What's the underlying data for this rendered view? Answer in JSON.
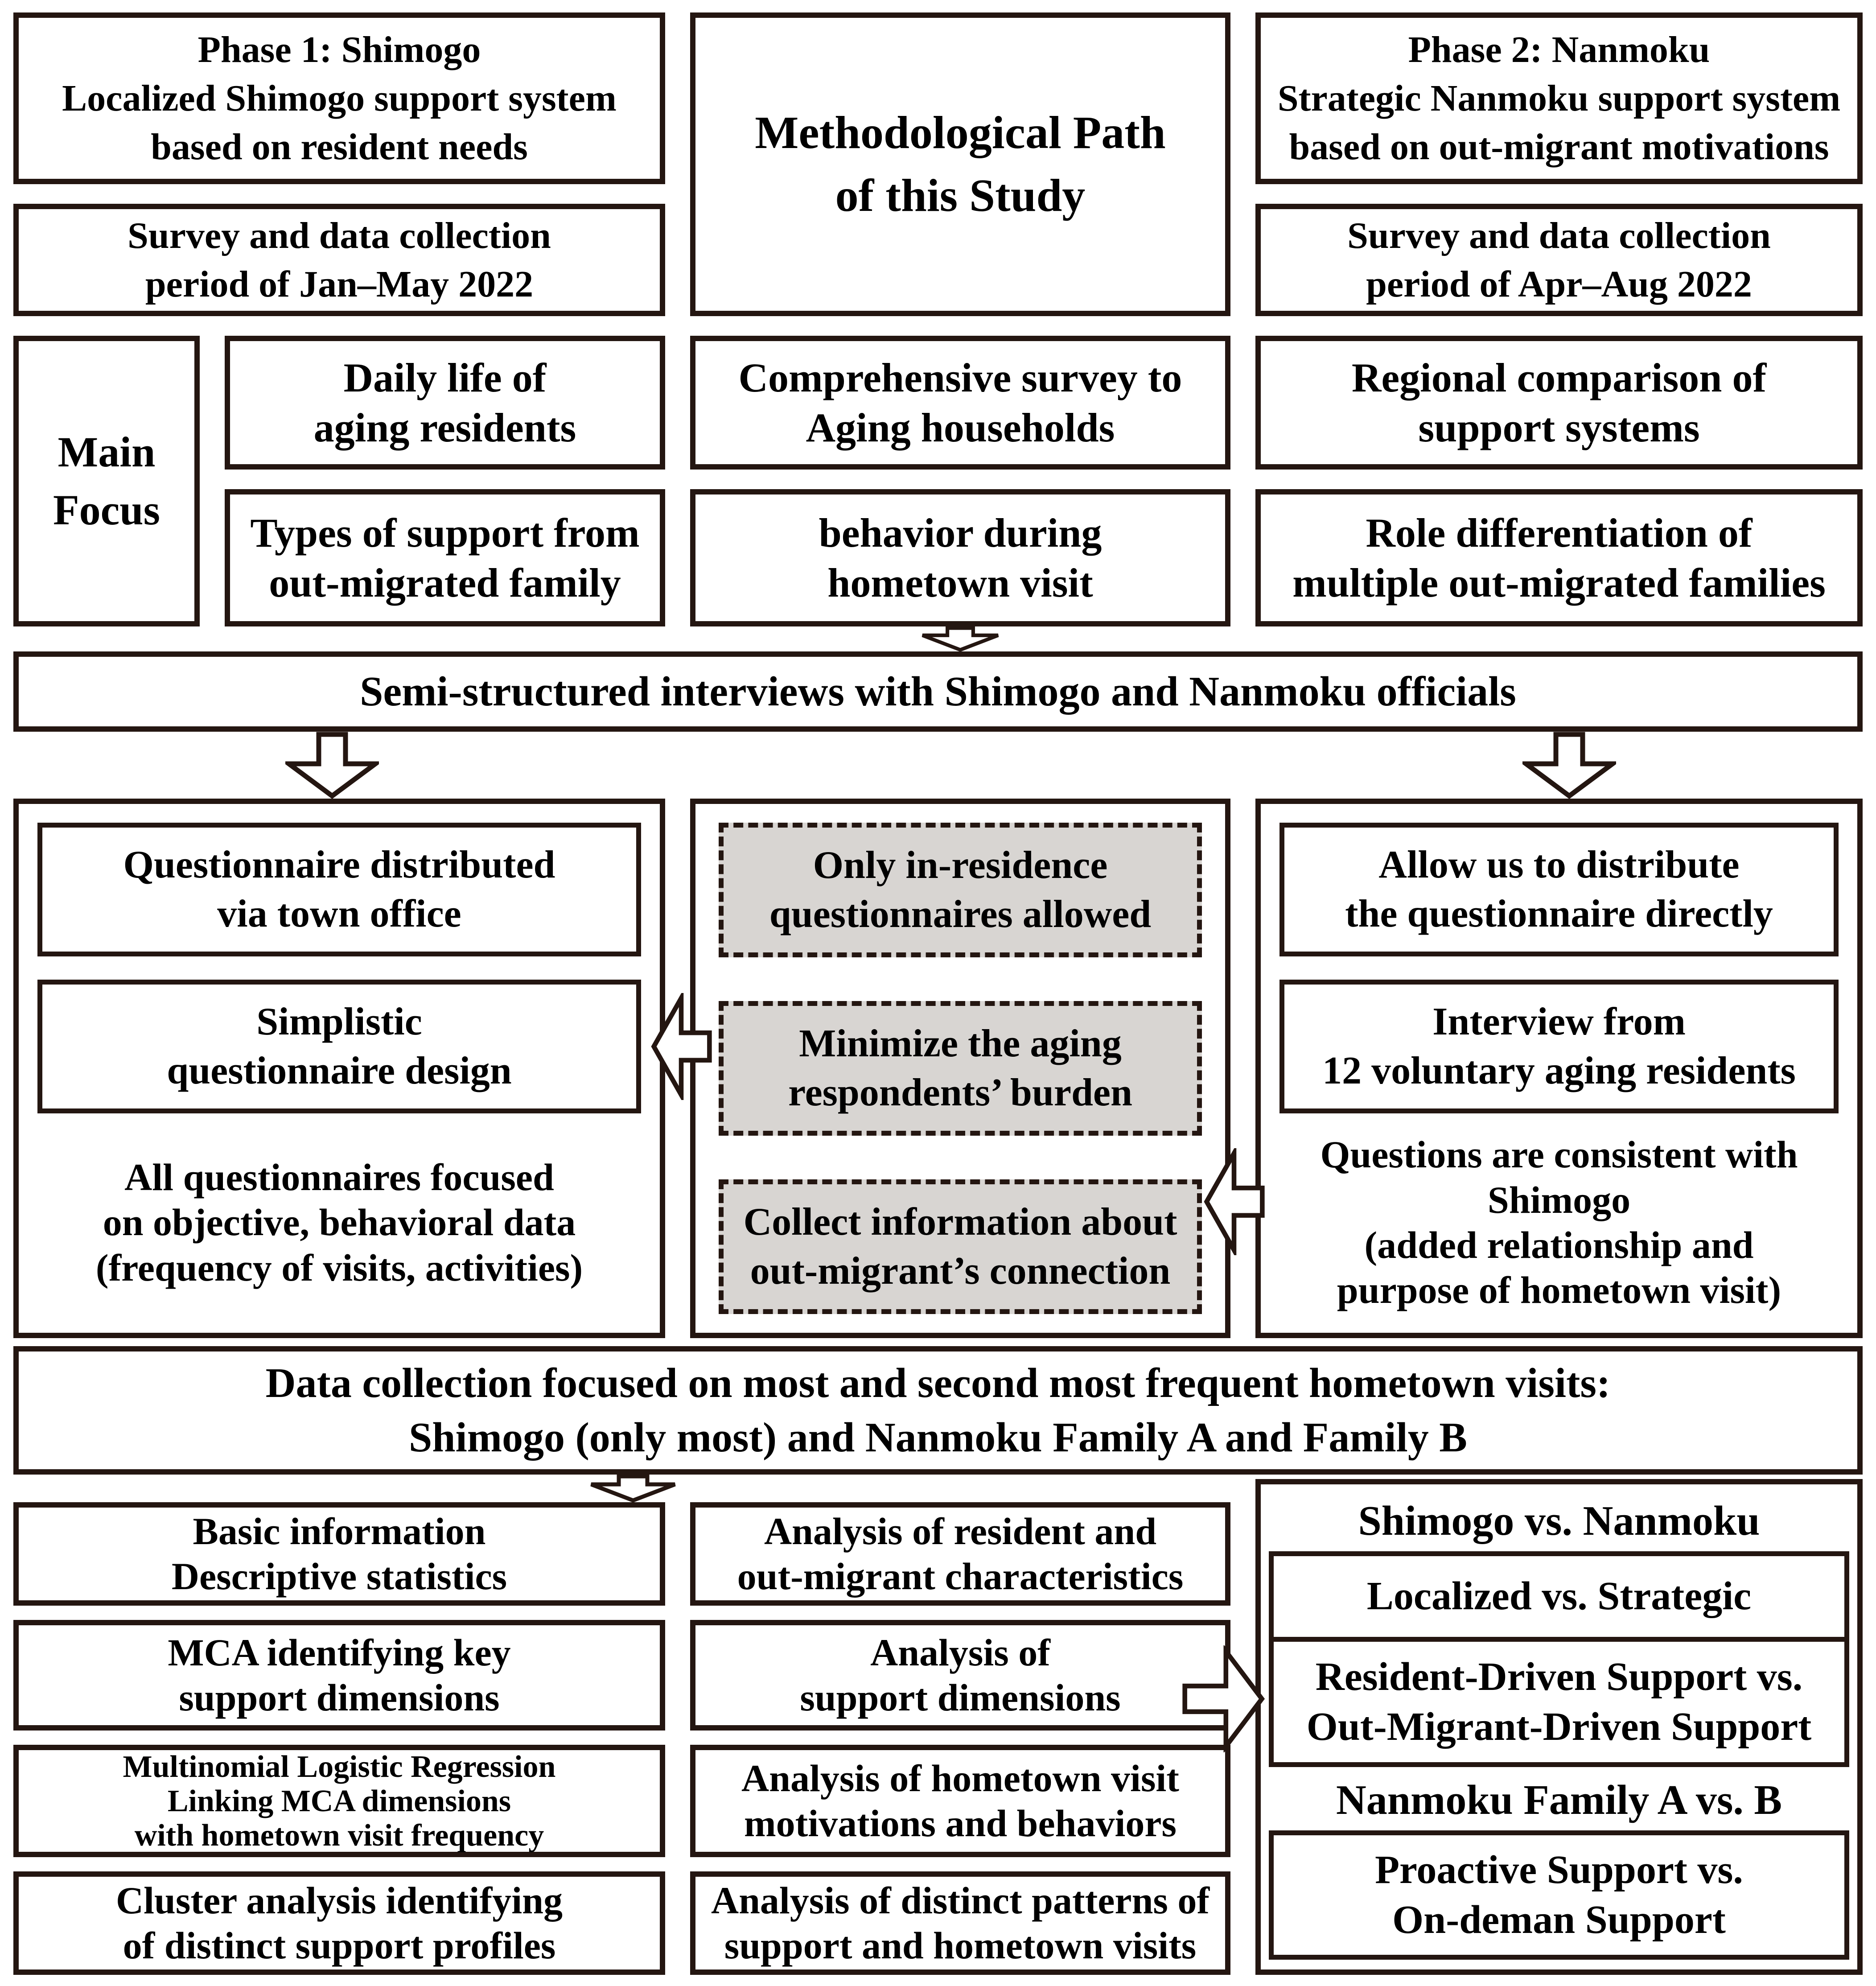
{
  "colors": {
    "border": "#241611",
    "dashed_fill": "#d8d5d2",
    "background": "#ffffff",
    "text": "#000000"
  },
  "icons": {
    "arrow_down": "hollow down arrow ⇩",
    "arrow_left": "hollow left arrow ⇦",
    "arrow_right": "hollow right arrow ⇨"
  },
  "header": {
    "phase1_title": "Phase 1: Shimogo\nLocalized Shimogo support system\nbased on resident needs",
    "phase1_survey": "Survey and data collection\nperiod of Jan–May 2022",
    "center_title": "Methodological Path\nof this Study",
    "phase2_title": "Phase 2: Nanmoku\nStrategic Nanmoku support system\nbased on out-migrant motivations",
    "phase2_survey": "Survey and data collection\nperiod of Apr–Aug 2022"
  },
  "main_focus": {
    "label": "Main\nFocus",
    "shimogo": [
      "Daily life of\naging residents",
      "Types of support from\nout-migrated family"
    ],
    "center": [
      "Comprehensive survey to\nAging households",
      "behavior during\nhometown visit"
    ],
    "nanmoku": [
      "Regional comparison of\nsupport systems",
      "Role differentiation of\nmultiple out-migrated families"
    ]
  },
  "interviews_bar": "Semi-structured interviews with Shimogo and Nanmoku officials",
  "middle": {
    "shimogo": {
      "boxes": [
        "Questionnaire distributed\nvia town office",
        "Simplistic\nquestionnaire design"
      ],
      "note": "All questionnaires focused\non objective, behavioral data\n(frequency of visits, activities)"
    },
    "constraints": [
      "Only in-residence\nquestionnaires allowed",
      "Minimize the aging\nrespondents’ burden",
      "Collect information about\nout-migrant’s connection"
    ],
    "nanmoku": {
      "boxes": [
        "Allow us to distribute\nthe questionnaire directly",
        "Interview from\n12 voluntary aging residents"
      ],
      "note": "Questions are consistent with\nShimogo\n(added relationship and\npurpose of hometown visit)"
    }
  },
  "data_collection_bar": "Data collection focused on most and second most frequent hometown visits:\nShimogo (only most) and Nanmoku Family A and Family B",
  "analysis": {
    "methods": [
      "Basic information\nDescriptive statistics",
      "MCA identifying key\nsupport dimensions",
      "Multinomial Logistic Regression\nLinking MCA dimensions\nwith hometown visit frequency",
      "Cluster analysis identifying\nof distinct support profiles"
    ],
    "analyses": [
      "Analysis of resident and\nout-migrant characteristics",
      "Analysis of\nsupport dimensions",
      "Analysis of hometown visit\nmotivations and behaviors",
      "Analysis of distinct patterns of\nsupport and hometown visits"
    ],
    "comparison": {
      "heading1": "Shimogo vs. Nanmoku",
      "box1": "Localized vs. Strategic",
      "box2": "Resident-Driven Support vs.\nOut-Migrant-Driven Support",
      "heading2": "Nanmoku Family A vs. B",
      "box3": "Proactive Support vs.\nOn-deman Support"
    }
  }
}
